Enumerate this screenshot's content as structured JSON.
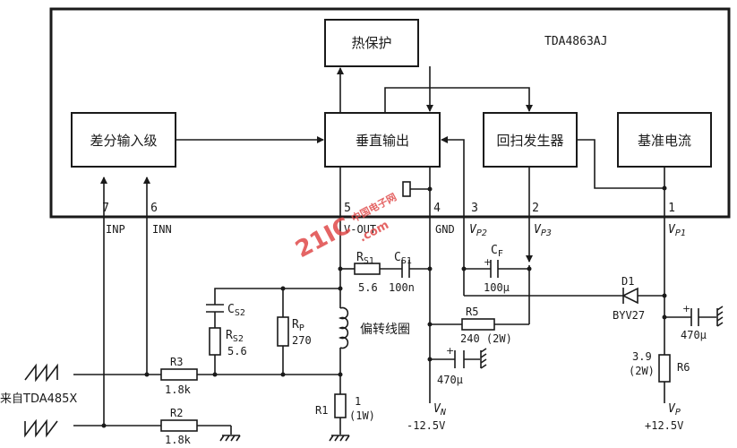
{
  "ic": {
    "name": "TDA4863AJ",
    "blocks": {
      "thermal": "热保护",
      "diff_input": "差分输入级",
      "vertical_output": "垂直输出",
      "flyback": "回扫发生器",
      "reference": "基准电流"
    },
    "pins": {
      "p7": "7",
      "p6": "6",
      "p5": "5",
      "p4": "4",
      "p3": "3",
      "p2": "2",
      "p1": "1"
    },
    "pin_labels": {
      "inp": "INP",
      "inn": "INN",
      "vout": "V-OUT",
      "gnd": "GND",
      "vp2_main": "V",
      "vp2_sub": "P2",
      "vp3_main": "V",
      "vp3_sub": "P3",
      "vp1_main": "V",
      "vp1_sub": "P1"
    }
  },
  "components": {
    "rs1": {
      "name_main": "R",
      "name_sub": "S1",
      "value": "5.6"
    },
    "cs1": {
      "name_main": "C",
      "name_sub": "S1",
      "value": "100n"
    },
    "cf": {
      "name_main": "C",
      "name_sub": "F",
      "value": "100μ"
    },
    "cs2": {
      "name_main": "C",
      "name_sub": "S2"
    },
    "rs2": {
      "name_main": "R",
      "name_sub": "S2",
      "value": "5.6"
    },
    "rp": {
      "name_main": "R",
      "name_sub": "P",
      "value": "270"
    },
    "coil": {
      "label": "偏转线圈"
    },
    "r5": {
      "name": "R5",
      "value": "240 (2W)"
    },
    "c_vn": {
      "value": "470μ"
    },
    "d1": {
      "name": "D1",
      "part": "BYV27"
    },
    "c_vp": {
      "value": "470μ"
    },
    "r6": {
      "name": "R6",
      "value_a": "3.9",
      "value_b": "(2W)"
    },
    "r3": {
      "name": "R3",
      "value": "1.8k"
    },
    "r2": {
      "name": "R2",
      "value": "1.8k"
    },
    "r1": {
      "name": "R1",
      "value_a": "1",
      "value_b": "(1W)"
    }
  },
  "supplies": {
    "vn_main": "V",
    "vn_sub": "N",
    "vn_value": "-12.5V",
    "vp_main": "V",
    "vp_sub": "P",
    "vp_value": "+12.5V"
  },
  "source_label": "来自TDA485X",
  "watermark": {
    "brand": "21IC",
    "cn": "中国电子网",
    "domain": ".com"
  }
}
